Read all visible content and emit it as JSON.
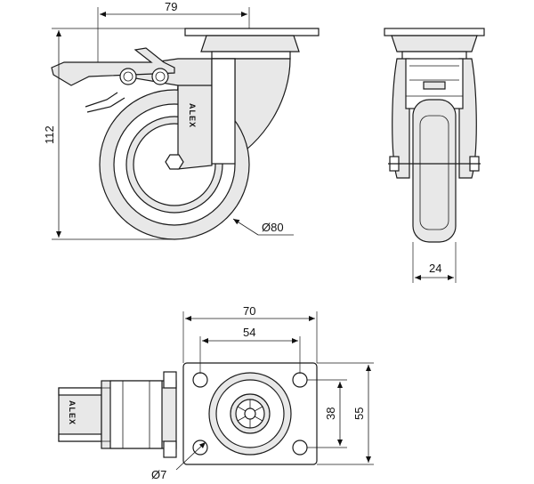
{
  "dimensions": {
    "width_79": "79",
    "height_112": "112",
    "wheel_diameter": "Ø80",
    "wheel_width": "24",
    "plate_width_70": "70",
    "hole_spacing_54": "54",
    "hole_spacing_38": "38",
    "plate_height_55": "55",
    "hole_diameter": "Ø7"
  },
  "brand": {
    "side_view_text": "ALEX",
    "plan_view_text": "ALEX"
  },
  "colors": {
    "line": "#1a1a1a",
    "fill": "#e8e8e8",
    "background": "#ffffff"
  }
}
